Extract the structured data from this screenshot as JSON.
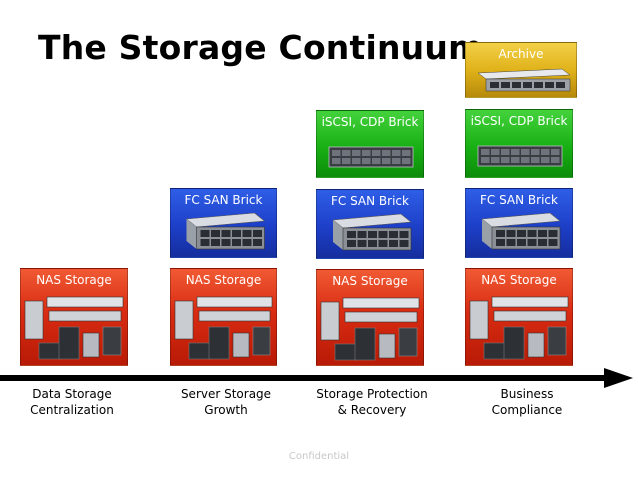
{
  "slide": {
    "title": "The Storage Continuum",
    "footer": "Confidential"
  },
  "colors": {
    "nas": "#d92b12",
    "fc_san": "#1d3fc8",
    "iscsi": "#18b014",
    "archive": "#e0b21a",
    "arrow": "#000000"
  },
  "bricks": {
    "nas_label": "NAS Storage",
    "fc_label": "FC SAN Brick",
    "iscsi_label": "iSCSI, CDP Brick",
    "archive_label": "Archive"
  },
  "stages": [
    {
      "label": "Data Storage\nCentralization"
    },
    {
      "label": "Server Storage\nGrowth"
    },
    {
      "label": "Storage Protection\n& Recovery"
    },
    {
      "label": "Business\nCompliance"
    }
  ]
}
